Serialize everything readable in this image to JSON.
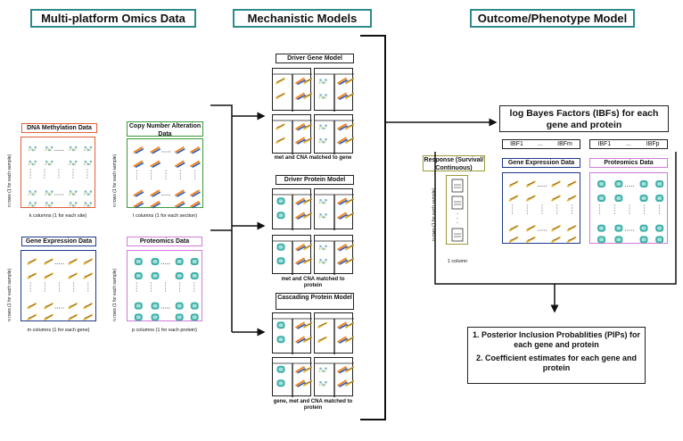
{
  "headers": {
    "omics": "Multi-platform Omics Data",
    "mechanistic": "Mechanistic Models",
    "outcome": "Outcome/Phenotype Model"
  },
  "omics": {
    "methylation": {
      "title": "DNA Methylation Data",
      "rows": "n rows (1 for each sample)",
      "cols": "k columns (1 for each site)",
      "color": "#e0603a"
    },
    "cna": {
      "title": "Copy Number Alteration Data",
      "rows": "n rows (1 for each sample)",
      "cols": "l columns (1 for each section)",
      "color": "#3a9a3a"
    },
    "gene": {
      "title": "Gene Expression Data",
      "rows": "n rows (1 for each sample)",
      "cols": "m columns (1 for each gene)",
      "color": "#1c3a8a"
    },
    "proteomics": {
      "title": "Proteomics Data",
      "rows": "n rows (1 for each sample)",
      "cols": "p columns (1 for each protein)",
      "color": "#d27bd8"
    }
  },
  "models": {
    "driver_gene": {
      "title": "Driver Gene Model",
      "caption": "met and CNA matched to gene"
    },
    "driver_protein": {
      "title": "Driver Protein Model",
      "caption": "met and CNA matched to protein"
    },
    "cascading": {
      "title": "Cascading Protein Model",
      "caption": "gene, met and CNA matched to protein"
    }
  },
  "outcome": {
    "ibf_title": "log Bayes Factors (IBFs) for each gene and protein",
    "ibf_gene": [
      "IBF1",
      "...",
      "IBFm"
    ],
    "ibf_prot": [
      "IBF1",
      "...",
      "IBFp"
    ],
    "response_title": "Response (Survival/ Continuous)",
    "response_rows": "n rows (1 for each sample)",
    "response_cols": "1 column",
    "gene_title": "Gene Expression Data",
    "prot_title": "Proteomics Data",
    "result_1": "1. Posterior Inclusion Probablities (PIPs) for each gene and protein",
    "result_2": "2. Coefficient estimates for each gene and protein"
  }
}
